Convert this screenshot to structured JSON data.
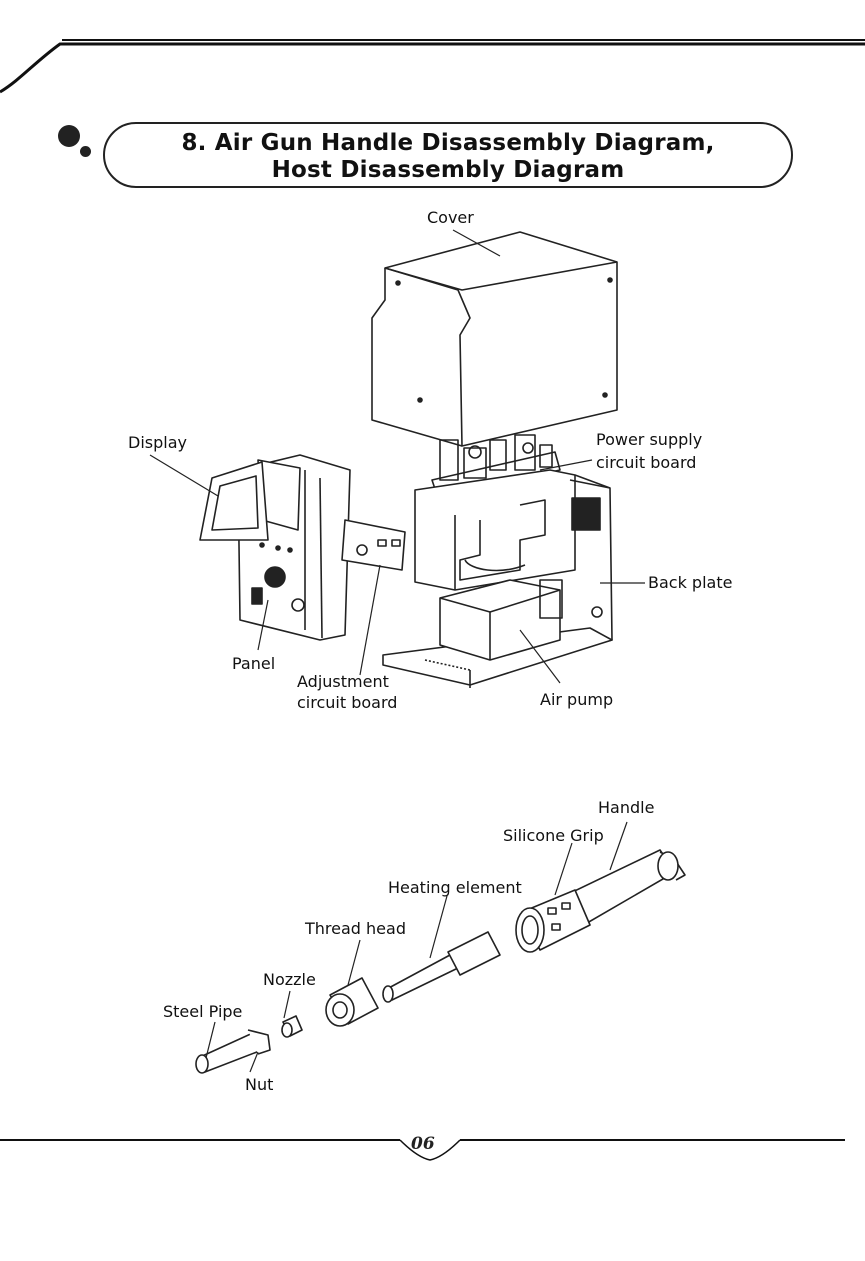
{
  "title": {
    "line1": "8. Air Gun Handle Disassembly Diagram,",
    "line2": "Host Disassembly Diagram"
  },
  "host_labels": {
    "cover": "Cover",
    "display": "Display",
    "power_supply_line1": "Power supply",
    "power_supply_line2": "circuit board",
    "back_plate": "Back plate",
    "panel": "Panel",
    "adjustment_line1": "Adjustment",
    "adjustment_line2": "circuit board",
    "air_pump": "Air pump"
  },
  "handle_labels": {
    "handle": "Handle",
    "silicone_grip": "Silicone Grip",
    "heating_element": "Heating element",
    "thread_head": "Thread head",
    "nozzle": "Nozzle",
    "steel_pipe": "Steel Pipe",
    "nut": "Nut"
  },
  "page_number": "06"
}
